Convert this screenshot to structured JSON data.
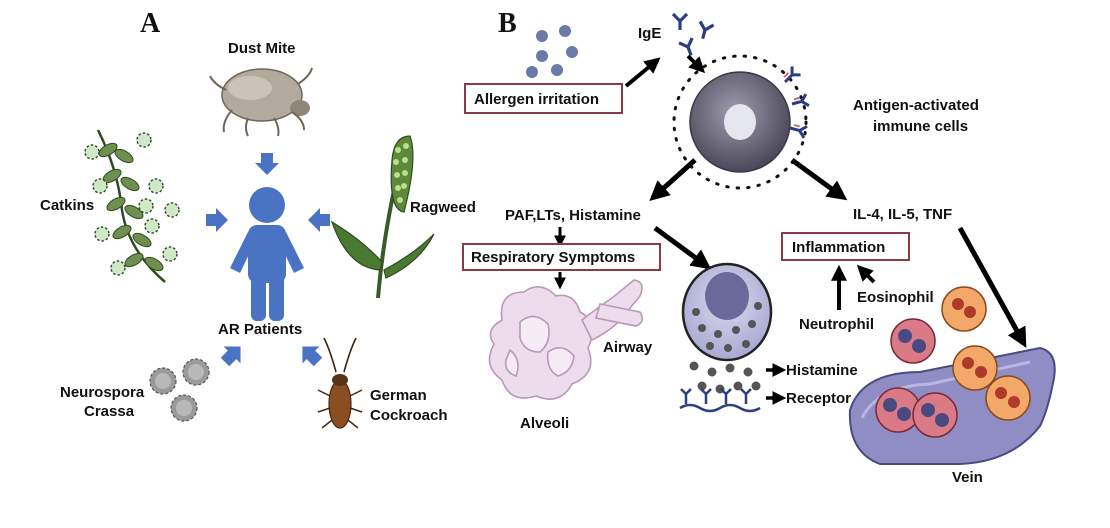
{
  "panel_a": {
    "letter": "A",
    "center_label": "AR Patients",
    "sources": {
      "dust_mite": "Dust Mite",
      "catkins": "Catkins",
      "ragweed": "Ragweed",
      "neurospora_line1": "Neurospora",
      "neurospora_line2": "Crassa",
      "cockroach_line1": "German",
      "cockroach_line2": "Cockroach"
    }
  },
  "panel_b": {
    "letter": "B",
    "ige": "IgE",
    "allergen_irritation": "Allergen irritation",
    "antigen_line1": "Antigen-activated",
    "antigen_line2": "immune cells",
    "mediators": "PAF,LTs, Histamine",
    "cytokines": "IL-4, IL-5, TNF",
    "respiratory_symptoms": "Respiratory Symptoms",
    "inflammation": "Inflammation",
    "airway": "Airway",
    "alveoli": "Alveoli",
    "histamine": "Histamine",
    "receptor": "Receptor",
    "eosinophil": "Eosinophil",
    "neutrophil": "Neutrophil",
    "vein": "Vein"
  },
  "colors": {
    "person_blue": "#4a73c4",
    "arrow_blue": "#4a73c4",
    "box_border": "#8b3a4a",
    "cell_purple": "#6b6a7a",
    "vein_purple": "#7a78b8",
    "cell_pink": "#d97a86",
    "cell_orange": "#f3a86a"
  }
}
